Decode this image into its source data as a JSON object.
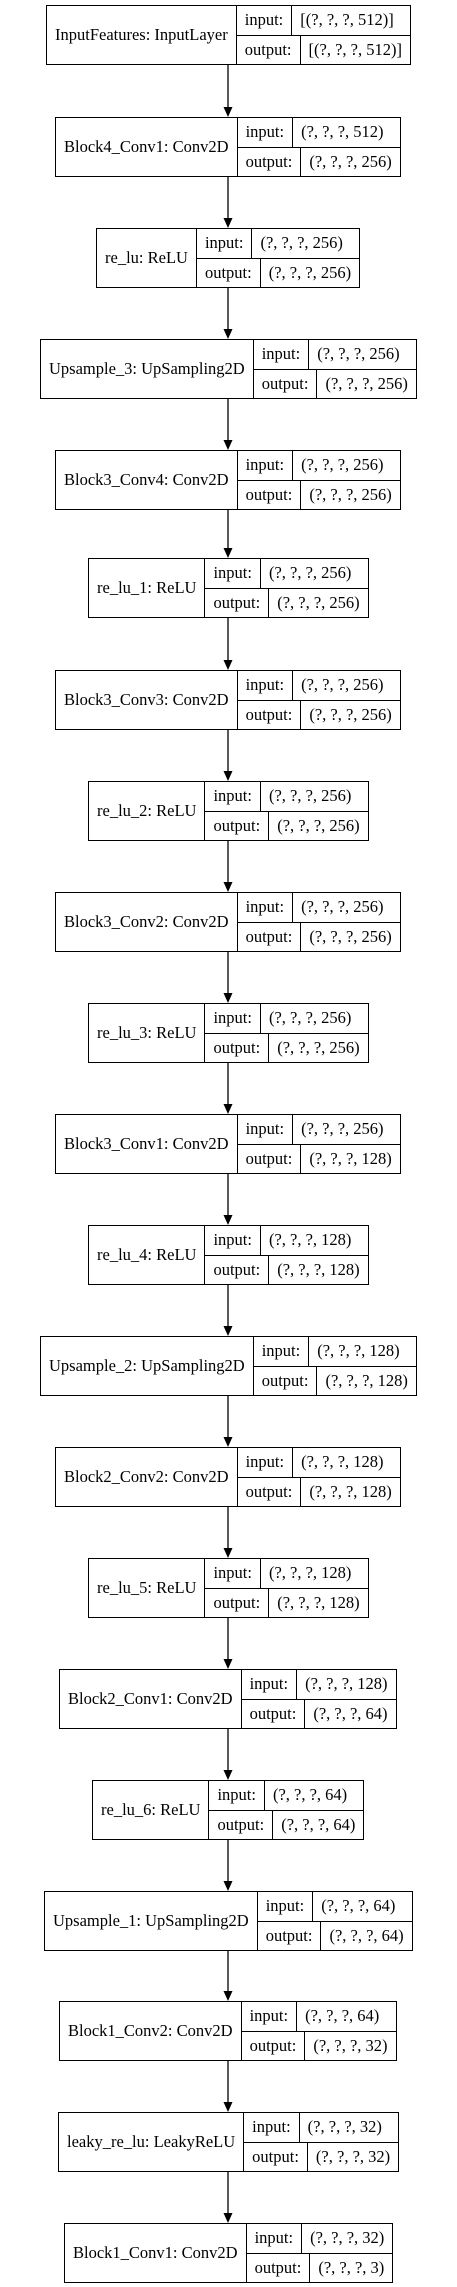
{
  "labels": {
    "input": "input:",
    "output": "output:"
  },
  "nodes": [
    {
      "name": "InputFeatures: InputLayer",
      "input": "[(?, ?, ?, 512)]",
      "output": "[(?, ?, ?, 512)]"
    },
    {
      "name": "Block4_Conv1: Conv2D",
      "input": "(?, ?, ?, 512)",
      "output": "(?, ?, ?, 256)"
    },
    {
      "name": "re_lu: ReLU",
      "input": "(?, ?, ?, 256)",
      "output": "(?, ?, ?, 256)"
    },
    {
      "name": "Upsample_3: UpSampling2D",
      "input": "(?, ?, ?, 256)",
      "output": "(?, ?, ?, 256)"
    },
    {
      "name": "Block3_Conv4: Conv2D",
      "input": "(?, ?, ?, 256)",
      "output": "(?, ?, ?, 256)"
    },
    {
      "name": "re_lu_1: ReLU",
      "input": "(?, ?, ?, 256)",
      "output": "(?, ?, ?, 256)"
    },
    {
      "name": "Block3_Conv3: Conv2D",
      "input": "(?, ?, ?, 256)",
      "output": "(?, ?, ?, 256)"
    },
    {
      "name": "re_lu_2: ReLU",
      "input": "(?, ?, ?, 256)",
      "output": "(?, ?, ?, 256)"
    },
    {
      "name": "Block3_Conv2: Conv2D",
      "input": "(?, ?, ?, 256)",
      "output": "(?, ?, ?, 256)"
    },
    {
      "name": "re_lu_3: ReLU",
      "input": "(?, ?, ?, 256)",
      "output": "(?, ?, ?, 256)"
    },
    {
      "name": "Block3_Conv1: Conv2D",
      "input": "(?, ?, ?, 256)",
      "output": "(?, ?, ?, 128)"
    },
    {
      "name": "re_lu_4: ReLU",
      "input": "(?, ?, ?, 128)",
      "output": "(?, ?, ?, 128)"
    },
    {
      "name": "Upsample_2: UpSampling2D",
      "input": "(?, ?, ?, 128)",
      "output": "(?, ?, ?, 128)"
    },
    {
      "name": "Block2_Conv2: Conv2D",
      "input": "(?, ?, ?, 128)",
      "output": "(?, ?, ?, 128)"
    },
    {
      "name": "re_lu_5: ReLU",
      "input": "(?, ?, ?, 128)",
      "output": "(?, ?, ?, 128)"
    },
    {
      "name": "Block2_Conv1: Conv2D",
      "input": "(?, ?, ?, 128)",
      "output": "(?, ?, ?, 64)"
    },
    {
      "name": "re_lu_6: ReLU",
      "input": "(?, ?, ?, 64)",
      "output": "(?, ?, ?, 64)"
    },
    {
      "name": "Upsample_1: UpSampling2D",
      "input": "(?, ?, ?, 64)",
      "output": "(?, ?, ?, 64)"
    },
    {
      "name": "Block1_Conv2: Conv2D",
      "input": "(?, ?, ?, 64)",
      "output": "(?, ?, ?, 32)"
    },
    {
      "name": "leaky_re_lu: LeakyReLU",
      "input": "(?, ?, ?, 32)",
      "output": "(?, ?, ?, 32)"
    },
    {
      "name": "Block1_Conv1: Conv2D",
      "input": "(?, ?, ?, 32)",
      "output": "(?, ?, ?, 3)"
    }
  ]
}
